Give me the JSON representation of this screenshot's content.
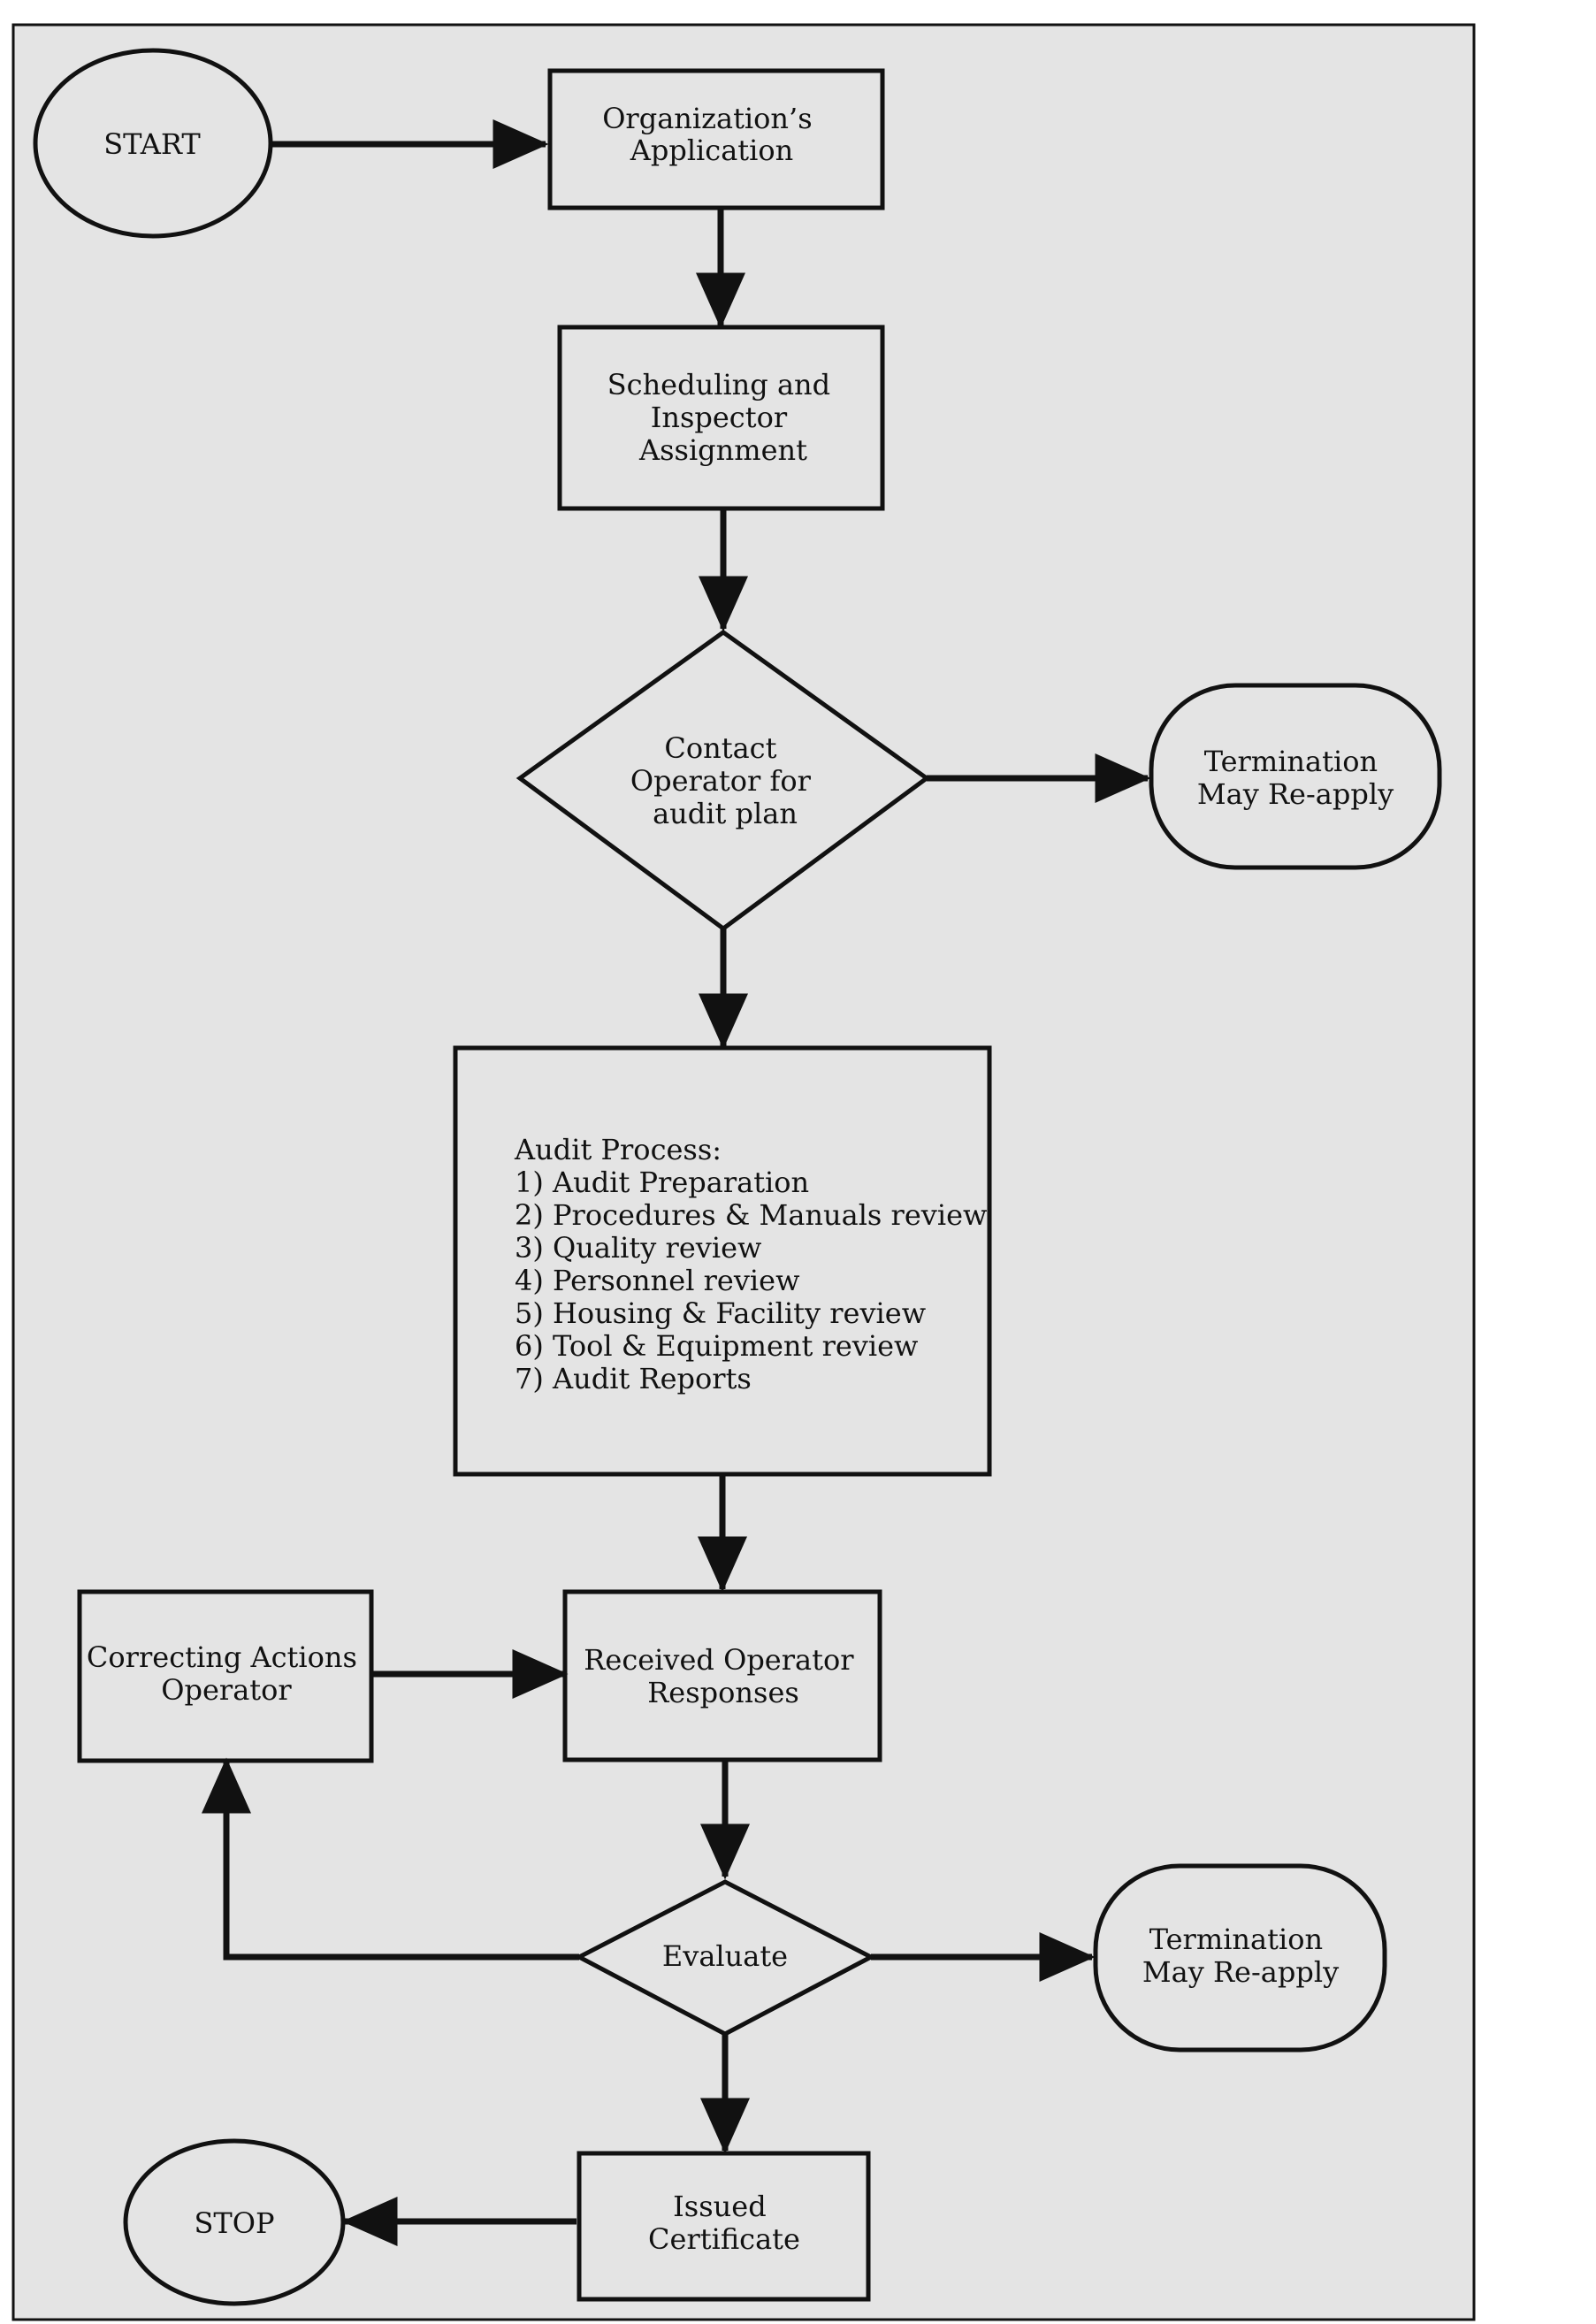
{
  "nodes": {
    "start": {
      "label": "START"
    },
    "application": {
      "lines": [
        "Organization’s",
        "Application"
      ]
    },
    "scheduling": {
      "lines": [
        "Scheduling and",
        "Inspector",
        "Assignment"
      ]
    },
    "contact": {
      "lines": [
        "Contact",
        "Operator for",
        "audit plan"
      ]
    },
    "termination_1": {
      "lines": [
        "Termination",
        "May Re-apply"
      ]
    },
    "audit": {
      "lines": [
        "Audit Process:",
        "1) Audit Preparation",
        "2) Procedures & Manuals review",
        "3) Quality review",
        "4) Personnel review",
        "5) Housing & Facility review",
        "6) Tool & Equipment review",
        "7) Audit Reports"
      ]
    },
    "correcting": {
      "lines": [
        "Correcting Actions",
        "Operator"
      ]
    },
    "received": {
      "lines": [
        "Received Operator",
        "Responses"
      ]
    },
    "evaluate": {
      "label": "Evaluate"
    },
    "termination_2": {
      "lines": [
        "Termination",
        "May Re-apply"
      ]
    },
    "issued": {
      "lines": [
        "Issued",
        "Certificate"
      ]
    },
    "stop": {
      "label": "STOP"
    }
  },
  "colors": {
    "panel": "#e4e4e4",
    "stroke": "#111111",
    "text": "#111111"
  }
}
